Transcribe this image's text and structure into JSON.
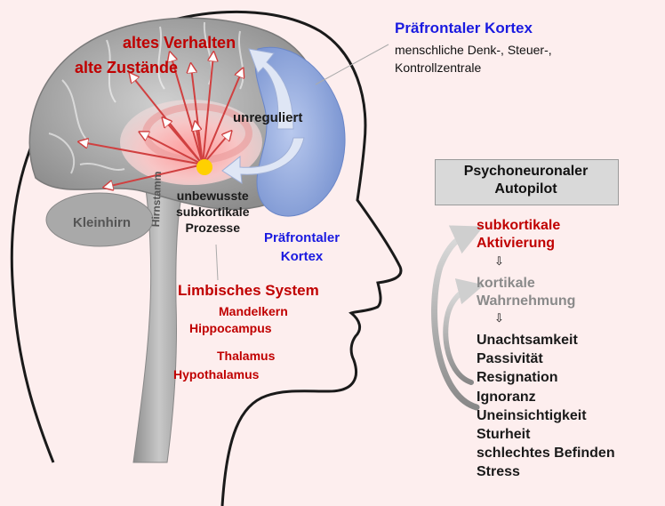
{
  "prefrontal_top": {
    "title": "Präfrontaler Kortex",
    "description": "menschliche Denk-, Steuer-,\nKontrollzentrale"
  },
  "brain_labels": {
    "old_behavior": "altes Verhalten",
    "old_states": "alte Zustände",
    "unregulated": "unreguliert",
    "unconscious": "unbewusste\nsubkortikale\nProzesse",
    "cerebellum": "Kleinhirn",
    "brainstem": "Hirnstamm",
    "prefrontal": "Präfrontaler\nKortex"
  },
  "limbic": {
    "title": "Limbisches System",
    "items": [
      "Mandelkern",
      "Hippocampus",
      "Thalamus",
      "Hypothalamus"
    ]
  },
  "autopilot": {
    "title": "Psychoneuronaler\nAutopilot",
    "step1": "subkortikale\nAktivierung",
    "arrow": "⇩",
    "step2": "kortikale\nWahrnehmung",
    "results": [
      "Unachtsamkeit",
      "Passivität",
      "Resignation",
      "Ignoranz",
      "Uneinsichtigkeit",
      "Sturheit",
      "schlechtes  Befinden",
      "Stress"
    ]
  },
  "colors": {
    "background": "#fdeeee",
    "red_text": "#c00000",
    "blue_text": "#1a1ae0",
    "brain": "#9e9e9e",
    "prefrontal": "#8fa8dc",
    "limbic": "#f2b8b8",
    "core": "#ffd000"
  }
}
